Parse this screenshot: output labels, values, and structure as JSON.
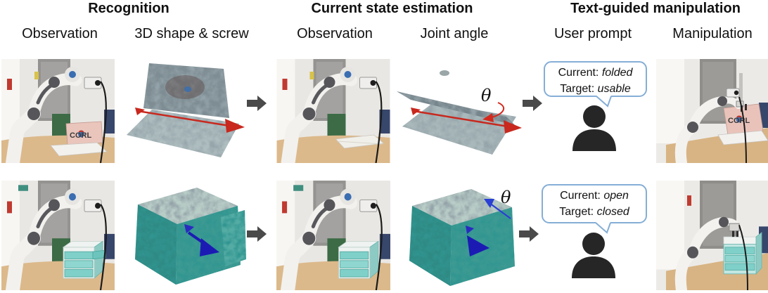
{
  "header": {
    "sections": [
      {
        "title": "Recognition",
        "columns": [
          {
            "label": "Observation"
          },
          {
            "label": "3D shape & screw"
          }
        ]
      },
      {
        "title": "Current state estimation",
        "columns": [
          {
            "label": "Observation"
          },
          {
            "label": "Joint angle"
          }
        ]
      },
      {
        "title": "Text-guided manipulation",
        "columns": [
          {
            "label": "User prompt"
          },
          {
            "label": "Manipulation"
          }
        ]
      }
    ]
  },
  "rows": [
    {
      "object": "laptop",
      "screen_logo": "CORL",
      "joint_symbol": "θ",
      "prompt": {
        "current_label": "Current:",
        "current_value": "folded",
        "target_label": "Target:",
        "target_value": "usable"
      }
    },
    {
      "object": "drawer",
      "joint_symbol": "θ",
      "prompt": {
        "current_label": "Current:",
        "current_value": "open",
        "target_label": "Target:",
        "target_value": "closed"
      }
    }
  ],
  "colors": {
    "screw_axis_revolute": "#c8281e",
    "screw_axis_prismatic": "#1b1bb4",
    "flow_arrow": "#4a4a4a",
    "speech_bubble_border": "#85aed6",
    "user_icon": "#262626",
    "laptop_cloud_gray": "#8b9aa0",
    "drawer_cloud_teal": "#2f8a84"
  }
}
